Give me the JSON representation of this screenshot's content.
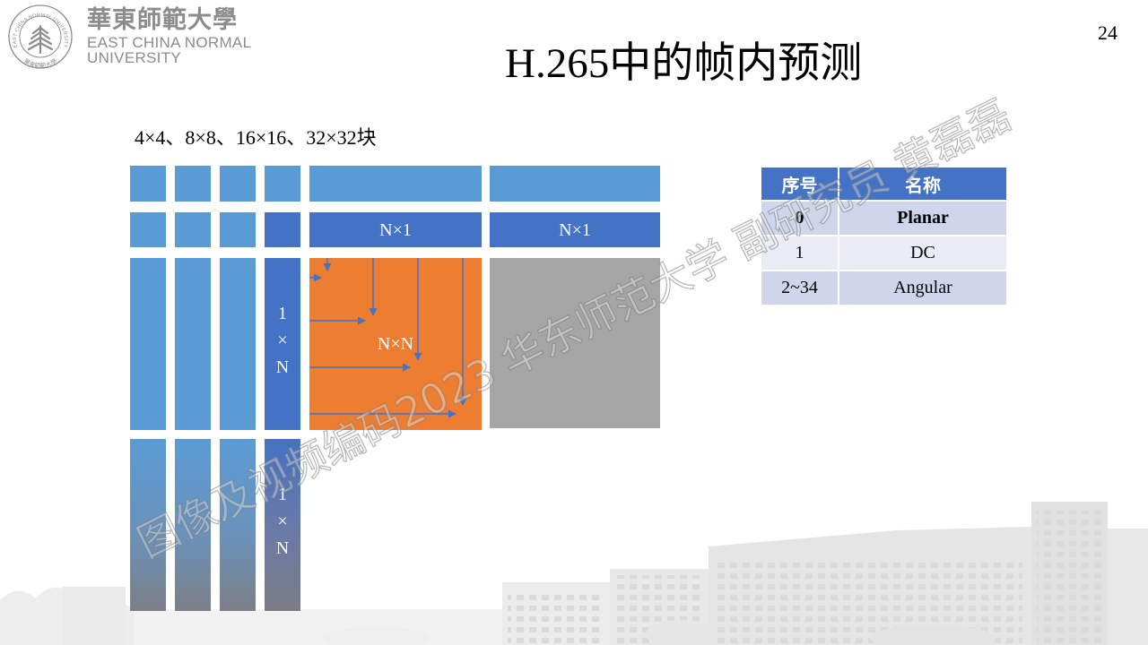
{
  "slide": {
    "page_number": "24",
    "title": "H.265中的帧内预测",
    "subtitle": "4×4、8×8、16×16、32×32块"
  },
  "logo": {
    "icon": "pine-tree-emblem",
    "name_cn": "華東師範大學",
    "name_en_line1": "EAST CHINA NORMAL",
    "name_en_line2": "UNIVERSITY",
    "seal_text_en": "EAST CHINA NORMAL UNIVERSITY",
    "seal_text_cn": "華東師範大學"
  },
  "diagram": {
    "top_reference_labels": [
      "N×1",
      "N×1"
    ],
    "left_reference_labels": [
      "1×N",
      "1×N"
    ],
    "current_block_label": "N×N"
  },
  "table": {
    "headers": [
      "序号",
      "名称"
    ],
    "rows": [
      {
        "index": "0",
        "name": "Planar"
      },
      {
        "index": "1",
        "name": "DC"
      },
      {
        "index": "2~34",
        "name": "Angular"
      }
    ]
  },
  "watermark": "图像及视频编码2023 华东师范大学 副研究员 黄磊磊",
  "colors": {
    "block_light": "#5b9bd5",
    "block_dark": "#4472c4",
    "current_block": "#ed7d31",
    "neighbor_gray": "#a5a5a5",
    "arrow": "#4472c4",
    "table_header": "#4472c4",
    "table_row_odd": "#cfd5ea",
    "table_row_even": "#e9ebf5",
    "logo_gray": "#8c8c8c"
  }
}
